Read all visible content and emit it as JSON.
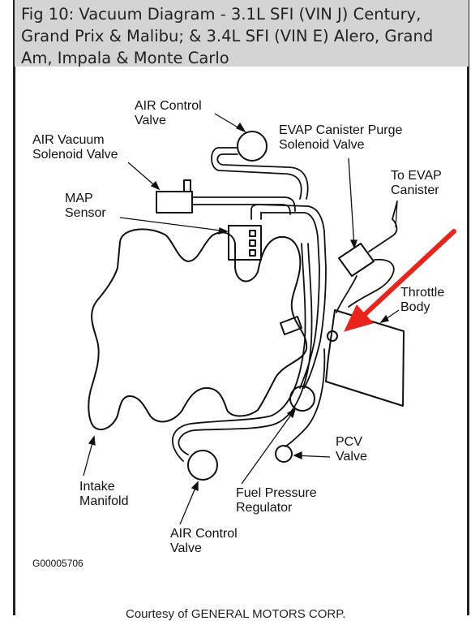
{
  "figure": {
    "title": "Fig 10: Vacuum Diagram - 3.1L SFI (VIN J) Century, Grand Prix & Malibu; & 3.4L SFI (VIN E) Alero, Grand Am, Impala & Monte Carlo",
    "figure_code": "G00005706",
    "courtesy": "Courtesy of GENERAL MOTORS CORP."
  },
  "labels": {
    "air_control_top": "AIR Control\nValve",
    "air_vacuum_solenoid": "AIR Vacuum\nSolenoid Valve",
    "evap_purge": "EVAP Canister Purge\nSolenoid Valve",
    "to_evap": "To EVAP\nCanister",
    "map_sensor": "MAP\nSensor",
    "throttle_body": "Throttle\nBody",
    "pcv_valve": "PCV\nValve",
    "intake_manifold": "Intake\nManifold",
    "fuel_pressure_regulator": "Fuel Pressure\nRegulator",
    "air_control_bottom": "AIR Control\nValve"
  },
  "colors": {
    "header_bg": "#d4d4d4",
    "line": "#111111",
    "highlight_arrow": "#e8241c"
  }
}
